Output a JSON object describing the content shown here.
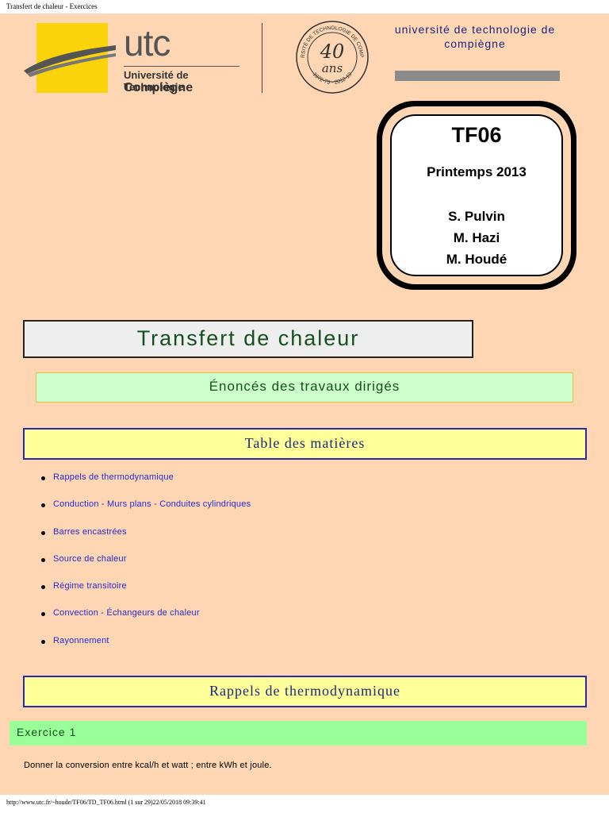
{
  "print_header": "Transfert de chaleur - Exercices",
  "print_footer": "http://www.utc.fr/~houde/TF06/TD_TF06.html (1 sur 29)22/05/2018 09:39:41",
  "logo": {
    "utc": "utc",
    "line1": "Université de Technologie",
    "line2": "Compiègne"
  },
  "seal": {
    "number": "40",
    "word": "ans",
    "ring_top": "UNIVERSITÉ DE TECHNOLOGIE DE COMPIÈGNE",
    "ring_bottom": "1972-73 · 2012-13"
  },
  "university_line1": "université de technologie de",
  "university_line2": "compiègne",
  "course": {
    "code": "TF06",
    "semester": "Printemps 2013",
    "authors": [
      "S. Pulvin",
      "M. Hazi",
      "M. Houdé"
    ]
  },
  "title": "Transfert de chaleur",
  "subtitle": "Énoncés des travaux dirigés",
  "toc_heading": "Table des matières",
  "toc": [
    "Rappels de thermodynamique",
    "Conduction - Murs plans - Conduites cylindriques",
    "Barres encastrées",
    "Source de chaleur",
    "Régime transitoire",
    "Convection - Échangeurs de chaleur",
    "Rayonnement"
  ],
  "section_heading": "Rappels de thermodynamique",
  "exercise_label": "Exercice 1",
  "exercise_text": "Donner la conversion entre kcal/h et watt ; entre kWh et joule.",
  "colors": {
    "page_bg": "#fed6b4",
    "logo_yellow": "#fbd30b",
    "title_green": "#14501e",
    "heading_blue": "#1a2a7a",
    "link_blue": "#2a2acc",
    "exercise_bar": "#99ff99"
  }
}
